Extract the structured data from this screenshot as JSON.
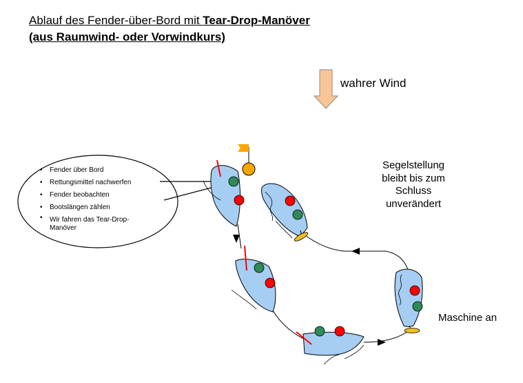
{
  "title": {
    "line1_regular": "Ablauf des Fender-über-Bord mit ",
    "line1_bold": "Tear-Drop-Manöver",
    "line2": "(aus Raumwind- oder Vorwindkurs)"
  },
  "wind": {
    "label": "wahrer Wind",
    "arrow_color": "#f9c596"
  },
  "bubble": {
    "items": [
      "Fender über Bord",
      "Rettungsmittel nachwerfen",
      "Fender beobachten",
      "Bootslängen zählen",
      "Wir fahren das Tear-Drop-Manöver"
    ]
  },
  "sail_note": {
    "lines": [
      "Segelstellung",
      "bleibt bis zum",
      "Schluss",
      "unverändert"
    ]
  },
  "engine_label": "Maschine an",
  "colors": {
    "boat_fill": "#a6cdf2",
    "starboard_light": "#2e8b57",
    "port_light": "#ff0000",
    "fender": "#ffa500",
    "flag": "#ffa500",
    "propeller": "#f0c020",
    "heading_mark": "#ff0000"
  }
}
